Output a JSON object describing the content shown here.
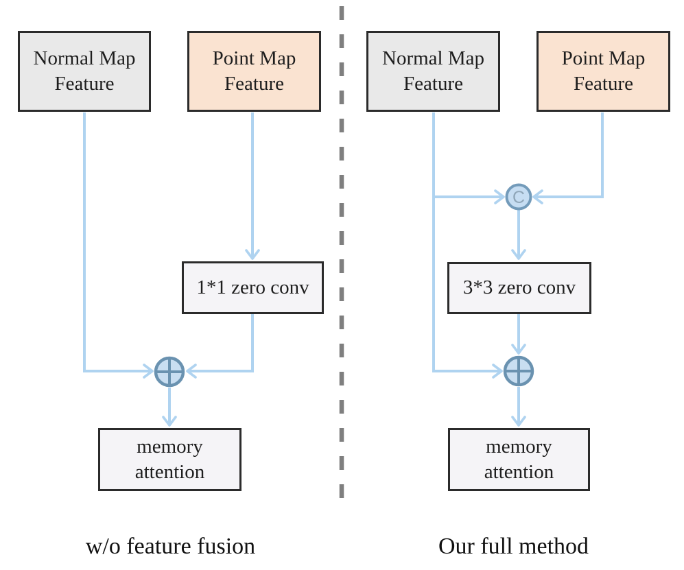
{
  "panels": {
    "left": {
      "normal_label": "Normal Map\nFeature",
      "point_label": "Point Map\nFeature",
      "conv_label": "1*1 zero conv",
      "memory_label": "memory\nattention",
      "caption": "w/o feature fusion"
    },
    "right": {
      "normal_label": "Normal Map\nFeature",
      "point_label": "Point Map\nFeature",
      "conv_label": "3*3 zero conv",
      "memory_label": "memory\nattention",
      "caption": "Our full method"
    }
  },
  "nodes": {
    "concat_label": "C",
    "add_symbol": "⊕"
  },
  "colors": {
    "normal_box_fill": "#E9E9E9",
    "point_box_fill": "#FAE3D1",
    "op_box_fill": "#F5F4F7",
    "box_border": "#2B2B2B",
    "arrow_blue": "#AFD3F0",
    "node_fill": "#C9DEF1",
    "node_stroke": "#6A92B0",
    "concat_letter": "#8FA6B8",
    "divider_gray": "#7F7F7F",
    "text_dark": "#1E1E1E"
  }
}
